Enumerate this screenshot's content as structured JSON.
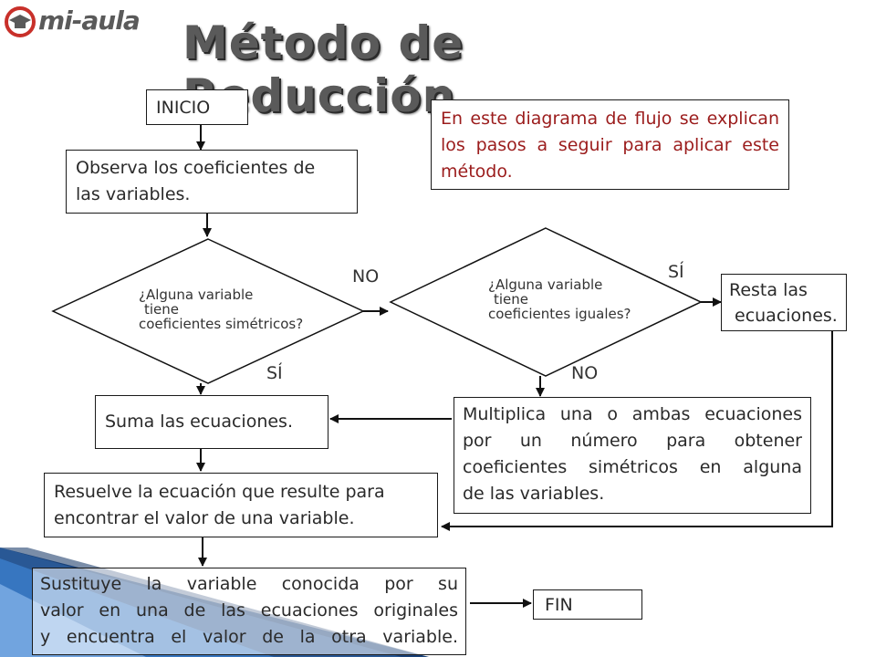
{
  "logo": {
    "text": "mi-aula",
    "icon": "graduation-cap-icon",
    "accent": "#c8302a"
  },
  "title": "Método de Reducción",
  "note": "En este diagrama de flujo se explican los pasos a seguir para aplicar este método.",
  "nodes": {
    "inicio": "INICIO",
    "observa": [
      "Observa los coeficientes de",
      "las variables."
    ],
    "decision1": [
      "¿Alguna variable",
      "tiene",
      "coeficientes simétricos?"
    ],
    "decision2": [
      "¿Alguna variable",
      "tiene",
      "coeficientes iguales?"
    ],
    "resta": [
      "Resta las",
      "ecuaciones."
    ],
    "suma": "Suma las ecuaciones.",
    "multiplica": [
      "Multiplica una o ambas ecuaciones",
      "por un número para obtener",
      "coeficientes simétricos en alguna",
      "de las variables."
    ],
    "resuelve": [
      "Resuelve la ecuación que resulte para",
      "encontrar el valor de una variable."
    ],
    "sustituye": [
      "Sustituye la variable conocida por su",
      "valor en una de las ecuaciones originales",
      "y encuentra el valor de la otra variable."
    ],
    "fin": "FIN"
  },
  "labels": {
    "no1": "NO",
    "si1": "SÍ",
    "si2": "SÍ",
    "no2": "NO"
  },
  "colors": {
    "note_text": "#9b1c1c",
    "title": "#5a5a5a",
    "deco_blue": "#2f6fb8"
  }
}
